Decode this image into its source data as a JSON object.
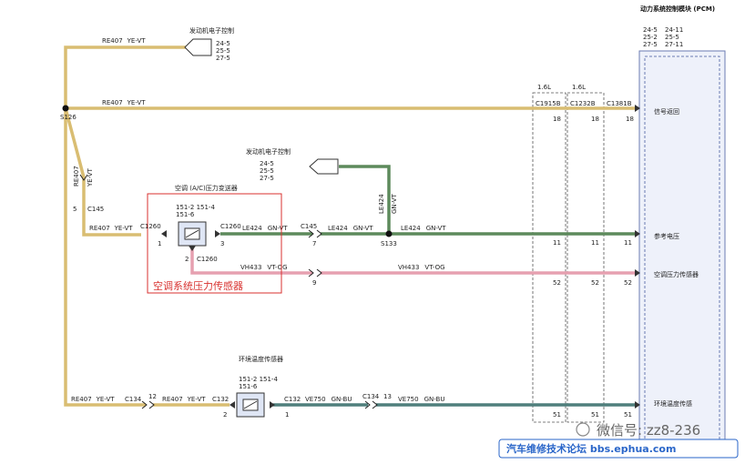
{
  "colors": {
    "wire_ye_vt": "#d9bd72",
    "wire_gn_vt": "#5d8a5c",
    "wire_vt_og": "#e6a0b0",
    "wire_gn_bu": "#4f7f7c",
    "module_fill": "#eef1fa",
    "module_border": "#6b7bb3",
    "highlight_box": "#d8322f"
  },
  "pcm": {
    "title": "动力系统控制模块 (PCM)",
    "refs_left": [
      "24-5",
      "25-2",
      "27-5"
    ],
    "refs_right": [
      "24-11",
      "25-5",
      "27-11"
    ],
    "pins": [
      {
        "num": "",
        "label": "信号返回"
      },
      {
        "num": "11",
        "label": "参考电压"
      },
      {
        "num": "52",
        "label": "空调压力传感器"
      },
      {
        "num": "51",
        "label": "环境温度传感"
      }
    ]
  },
  "engine_ctrl_top": {
    "title": "发动机电子控制",
    "refs": [
      "24-5",
      "25-5",
      "27-5"
    ]
  },
  "engine_ctrl_mid": {
    "title": "发动机电子控制",
    "refs": [
      "24-5",
      "25-5",
      "27-5"
    ]
  },
  "ac_sensor": {
    "title": "空调 (A/C)压力变送器",
    "refs": [
      "151-2  151-4",
      "151-6"
    ],
    "highlight_label": "空调系统压力传感器",
    "pin_left": "1",
    "pin_right": "3",
    "pin_bottom": "2",
    "conn": "C1260"
  },
  "temp_sensor": {
    "title": "环境温度传感器",
    "refs": [
      "151-2  151-4",
      "151-6"
    ],
    "pin_left": "2",
    "pin_right": "1"
  },
  "variants": [
    {
      "label": "1.6L",
      "conn": "C1915B",
      "pins": [
        "18",
        "11",
        "52",
        "51"
      ]
    },
    {
      "label": "1.6L",
      "conn": "C1232B",
      "pins": [
        "18",
        "11",
        "52",
        "51"
      ]
    }
  ],
  "pcm_conn": {
    "conn": "C1381B",
    "pin_top": "18"
  },
  "wires": {
    "re407": "RE407",
    "ye_vt": "YE-VT",
    "le424": "LE424",
    "gn_vt": "GN-VT",
    "vh433": "VH433",
    "vt_og": "VT-OG",
    "ve750": "VE750",
    "gn_bu": "GN-BU"
  },
  "splices": {
    "s126": "S126",
    "s133": "S133"
  },
  "connectors": {
    "c145": "C145",
    "c134": "C134",
    "c132": "C132",
    "c1260": "C1260"
  },
  "pin_numbers": {
    "c145_top": "5",
    "c145_mid": "7",
    "c145_low": "9",
    "c134_left": "12",
    "c134_right": "13"
  },
  "watermark": {
    "wechat": "微信号: zz8-236",
    "forum": "汽车维修技术论坛 bbs.ephua.com"
  }
}
